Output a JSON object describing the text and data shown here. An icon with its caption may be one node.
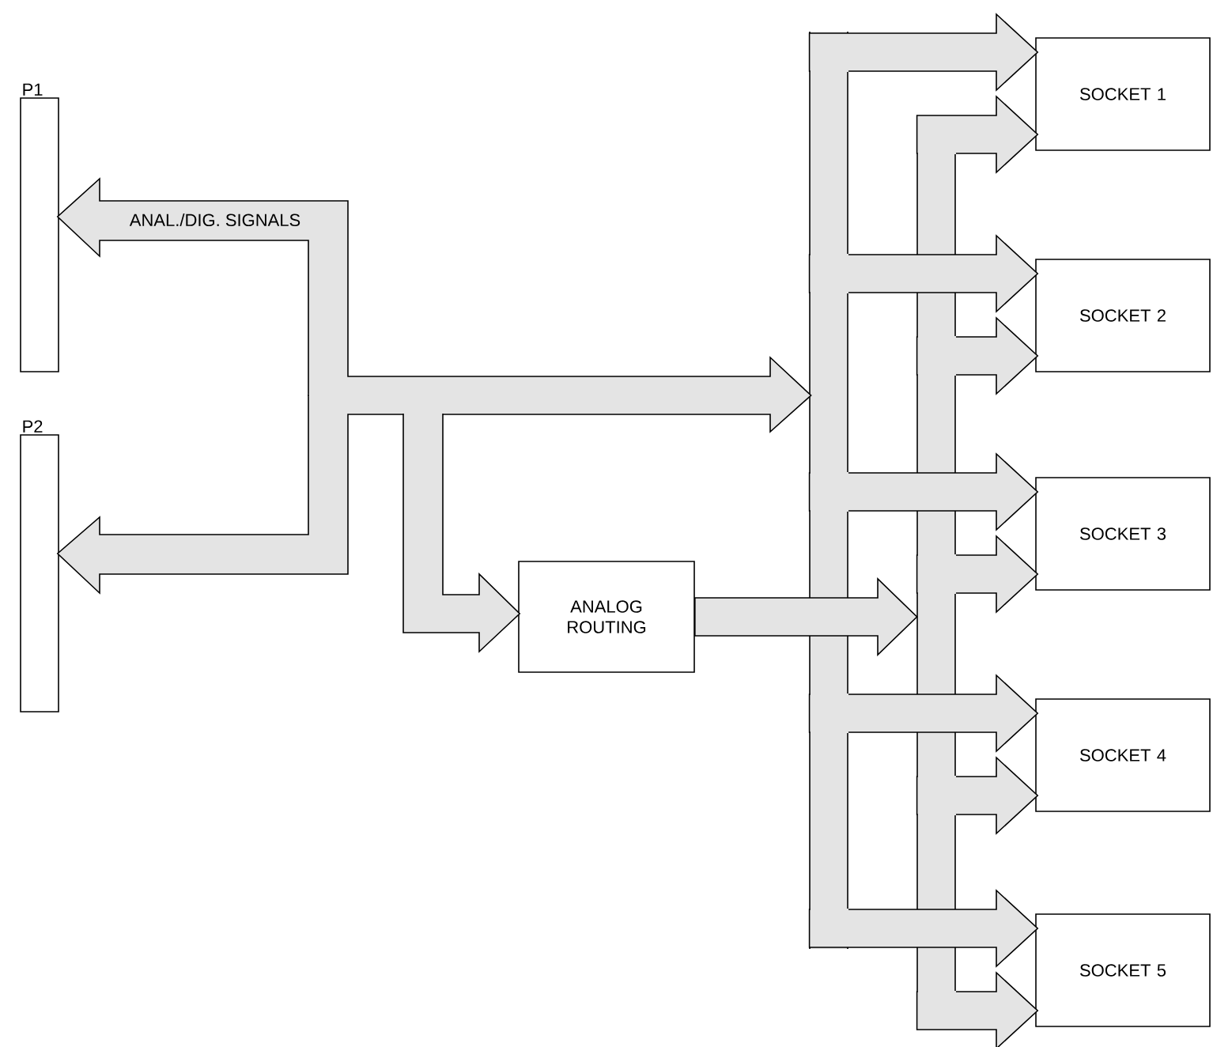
{
  "diagram": {
    "nodes": [
      {
        "text": [
          "P1"
        ]
      },
      {
        "text": [
          "P2"
        ]
      },
      {
        "text": [
          "ANALOG ROUTING"
        ]
      },
      {
        "text": [
          "SOCKET 1"
        ]
      },
      {
        "text": [
          "SOCKET 2"
        ]
      },
      {
        "text": [
          "SOCKET 3"
        ]
      },
      {
        "text": [
          "SOCKET 4"
        ]
      },
      {
        "text": [
          "SOCKET 5"
        ]
      },
      {
        "text": [],
        "shape": "bar"
      },
      {
        "text": [],
        "shape": "bar"
      }
    ],
    "edges": [
      {
        "from": null,
        "to": 0,
        "arrow": "to",
        "label": "ANAL./DIG. SIGNALS"
      },
      {
        "from": null,
        "to": 1,
        "arrow": "to"
      },
      {
        "from": null,
        "to": 8,
        "arrow": "to"
      },
      {
        "from": null,
        "to": 2,
        "arrow": "to"
      },
      {
        "from": 2,
        "to": 9,
        "arrow": "to"
      },
      {
        "from": 8,
        "to": 3,
        "arrow": "to"
      },
      {
        "from": 8,
        "to": 4,
        "arrow": "to"
      },
      {
        "from": 8,
        "to": 5,
        "arrow": "to"
      },
      {
        "from": 8,
        "to": 6,
        "arrow": "to"
      },
      {
        "from": 8,
        "to": 7,
        "arrow": "to"
      },
      {
        "from": 9,
        "to": 3,
        "arrow": "to"
      },
      {
        "from": 9,
        "to": 4,
        "arrow": "to"
      },
      {
        "from": 9,
        "to": 5,
        "arrow": "to"
      },
      {
        "from": 9,
        "to": 6,
        "arrow": "to"
      },
      {
        "from": 9,
        "to": 7,
        "arrow": "to"
      }
    ]
  }
}
